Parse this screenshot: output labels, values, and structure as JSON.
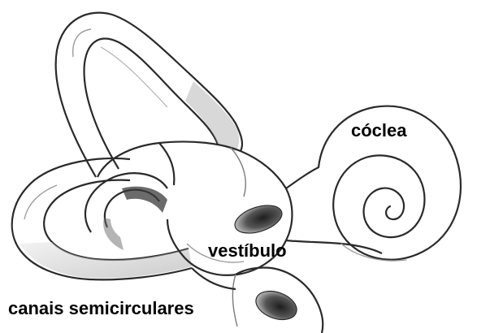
{
  "diagram": {
    "labels": {
      "cochlea": "cóclea",
      "vestibule": "vestíbulo",
      "semicircular_canals": "canais semicirculares"
    }
  },
  "colors": {
    "line": "#2a2a2a",
    "shade": "#8a8a8a",
    "dark_shade": "#3a3a3a",
    "text": "#000000",
    "background": "#ffffff"
  }
}
